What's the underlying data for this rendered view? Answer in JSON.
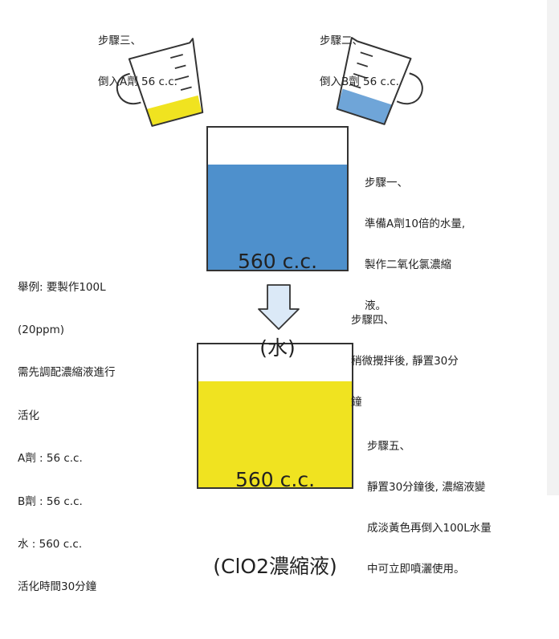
{
  "colors": {
    "water_blue": "#4e90cc",
    "water_blue_light": "#6fa5d8",
    "reagent_yellow": "#f0e320",
    "arrow_fill": "#dbe9f7",
    "arrow_stroke": "#333333"
  },
  "step3": {
    "lines": [
      "步驟三、",
      "倒入A劑 56 c.c."
    ]
  },
  "step2": {
    "lines": [
      "步驟二、",
      "倒入B劑 56 c.c."
    ]
  },
  "step1": {
    "lines": [
      "步驟一、",
      "準備A劑10倍的水量,",
      "製作二氧化氯濃縮",
      "液。"
    ]
  },
  "step4": {
    "lines": [
      "步驟四、",
      "稍微攪拌後, 靜置30分",
      "鐘"
    ]
  },
  "step5": {
    "lines": [
      "步驟五、",
      "靜置30分鐘後, 濃縮液變",
      "成淡黃色再倒入100L水量",
      "中可立即噴灑使用。"
    ]
  },
  "example": {
    "lines": [
      "舉例: 要製作100L",
      "(20ppm)",
      "需先調配濃縮液進行",
      "活化",
      "A劑 : 56 c.c.",
      "B劑 : 56 c.c.",
      "水 : 560 c.c.",
      "活化時間30分鐘"
    ]
  },
  "beaker_water": {
    "volume": "560 c.c.",
    "content": "(水)"
  },
  "beaker_final": {
    "volume": "560 c.c.",
    "content": "(ClO2濃縮液)"
  }
}
